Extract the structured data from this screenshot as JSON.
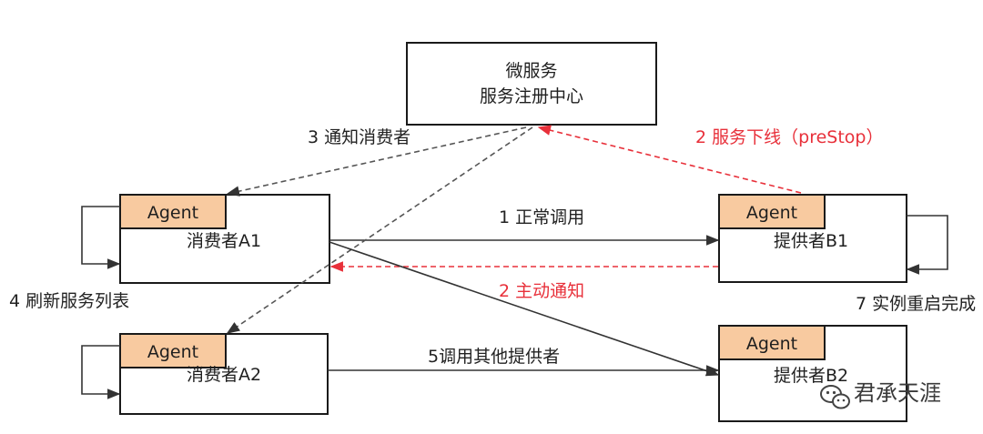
{
  "registry": {
    "line1": "微服务",
    "line2": "服务注册中心"
  },
  "nodes": {
    "consumer_a1": {
      "agent": "Agent",
      "name": "消费者A1"
    },
    "consumer_a2": {
      "agent": "Agent",
      "name": "消费者A2"
    },
    "provider_b1": {
      "agent": "Agent",
      "name": "提供者B1"
    },
    "provider_b2": {
      "agent": "Agent",
      "name": "提供者B2"
    }
  },
  "labels": {
    "notify_consumers": "3 通知消费者",
    "service_offline": "2 服务下线（preStop）",
    "normal_call": "1 正常调用",
    "active_notify": "2 主动通知",
    "refresh_list": "4 刷新服务列表",
    "restart_done": "7 实例重启完成",
    "call_other": "5调用其他提供者"
  },
  "watermark": {
    "text": "君承天涯",
    "icon": "wechat-icon"
  },
  "colors": {
    "agent_fill": "#f8caa0",
    "highlight_red": "#e8303a"
  }
}
